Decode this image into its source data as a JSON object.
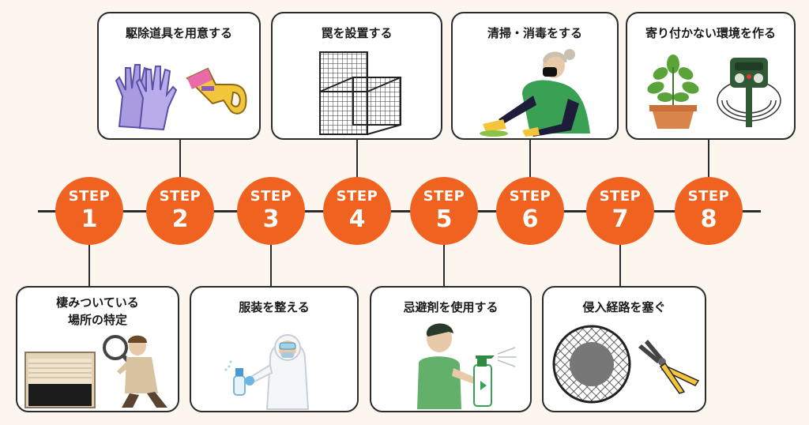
{
  "steps": [
    {
      "label": "STEP",
      "number": "1",
      "title_line1": "棲みついている",
      "title_line2": "場所の特定"
    },
    {
      "label": "STEP",
      "number": "2",
      "title": "駆除道具を用意する"
    },
    {
      "label": "STEP",
      "number": "3",
      "title": "服装を整える"
    },
    {
      "label": "STEP",
      "number": "4",
      "title": "罠を設置する"
    },
    {
      "label": "STEP",
      "number": "5",
      "title": "忌避剤を使用する"
    },
    {
      "label": "STEP",
      "number": "6",
      "title": "清掃・消毒をする"
    },
    {
      "label": "STEP",
      "number": "7",
      "title": "侵入経路を塞ぐ"
    },
    {
      "label": "STEP",
      "number": "8",
      "title": "寄り付かない環境を作る"
    }
  ],
  "colors": {
    "accent": "#f0621f",
    "background": "#fdf6ef",
    "line": "#2b2b2b"
  }
}
